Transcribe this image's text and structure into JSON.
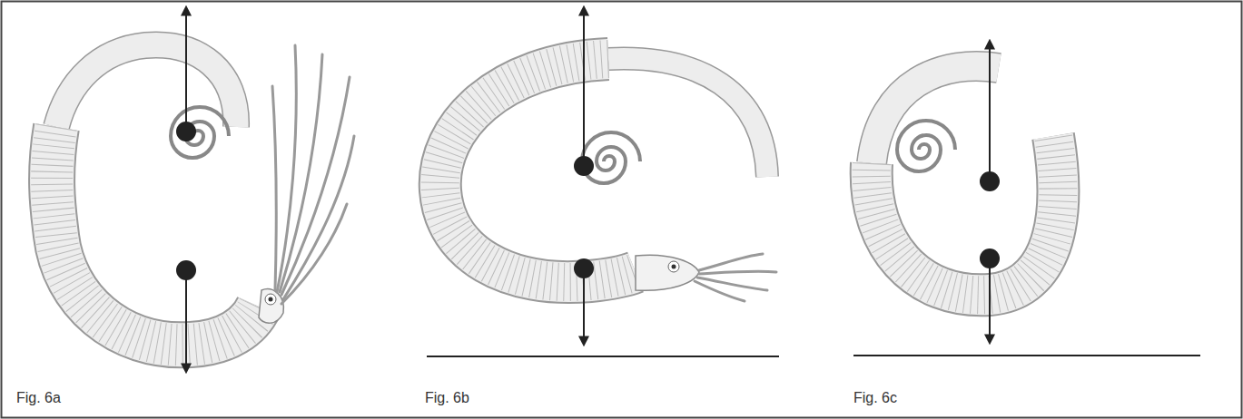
{
  "diagram": {
    "labels": [
      "Fig. 6a",
      "Fig. 6b",
      "Fig. 6c"
    ]
  }
}
